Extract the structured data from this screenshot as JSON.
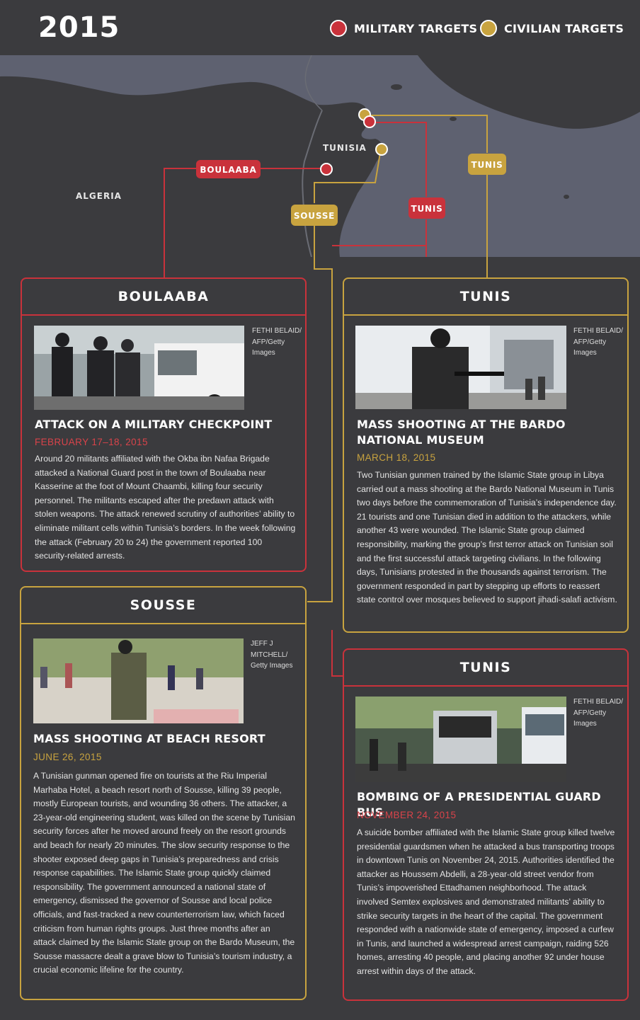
{
  "header": {
    "year": "2015",
    "legend": [
      {
        "label": "MILITARY TARGETS",
        "color": "#c9323b"
      },
      {
        "label": "CIVILIAN TARGETS",
        "color": "#c8a33f"
      }
    ]
  },
  "map": {
    "country_labels": [
      "TUNISIA",
      "ALGERIA"
    ],
    "tags": [
      {
        "label": "BOULAABA",
        "type": "military"
      },
      {
        "label": "SOUSSE",
        "type": "civilian"
      },
      {
        "label": "TUNIS",
        "type": "military"
      },
      {
        "label": "TUNIS",
        "type": "civilian"
      }
    ]
  },
  "cards": [
    {
      "location": "BOULAABA",
      "type": "military",
      "credit": "FETHI BELAID/ AFP/Getty Images",
      "headline": "ATTACK ON A MILITARY CHECKPOINT",
      "date": "FEBRUARY 17–18, 2015",
      "body": "Around 20 militants affiliated with the Okba ibn Nafaa Brigade attacked a National Guard post in the town of Boulaaba near Kasserine at the foot of Mount Chaambi, killing four security personnel. The militants escaped after the predawn attack with stolen weapons. The attack renewed scrutiny of authorities’ ability to eliminate militant cells within Tunisia’s borders. In the week following the attack (February 20 to 24) the government reported 100 security-related arrests."
    },
    {
      "location": "TUNIS",
      "type": "civilian",
      "credit": "FETHI BELAID/ AFP/Getty Images",
      "headline": "MASS SHOOTING AT THE BARDO NATIONAL MUSEUM",
      "date": "MARCH 18, 2015",
      "body": "Two Tunisian gunmen trained by the Islamic State group in Libya carried out a mass shooting at the Bardo National Museum in Tunis two days before the commemoration of Tunisia’s independence day. 21 tourists and one Tunisian died in addition to the attackers, while another 43 were wounded. The Islamic State group claimed responsibility, marking the group’s first terror attack on Tunisian soil and the first successful attack targeting civilians. In the following days, Tunisians protested in the thousands against terrorism. The government responded in part by stepping up efforts to reassert state control over mosques believed to support jihadi-salafi activism."
    },
    {
      "location": "SOUSSE",
      "type": "civilian",
      "credit": "JEFF J MITCHELL/ Getty Images",
      "headline": "MASS SHOOTING AT BEACH RESORT",
      "date": "JUNE 26, 2015",
      "body": "A Tunisian gunman opened fire on tourists at the Riu Imperial Marhaba Hotel, a beach resort north of Sousse, killing 39 people, mostly European tourists, and wounding 36 others. The attacker, a 23-year-old engineering student, was killed on the scene by Tunisian security forces after he moved around freely on the resort grounds and beach for nearly 20 minutes. The slow security response to the shooter exposed deep gaps in Tunisia’s preparedness and crisis response capabilities. The Islamic State group quickly claimed responsibility. The government announced a national state of emergency, dismissed the governor of Sousse and local police officials, and fast-tracked a new counterterrorism law, which faced criticism from human rights groups. Just three months after an attack claimed by the Islamic State group on the Bardo Museum, the Sousse massacre dealt a grave blow to Tunisia’s tourism industry, a crucial economic lifeline for the country."
    },
    {
      "location": "TUNIS",
      "type": "military",
      "credit": "FETHI BELAID/ AFP/Getty Images",
      "headline": "BOMBING OF A PRESIDENTIAL GUARD BUS",
      "date": "NOVEMBER 24, 2015",
      "body": "A suicide bomber affiliated with the Islamic State group killed twelve presidential guardsmen when he attacked a bus transporting troops in downtown Tunis on November 24, 2015. Authorities identified the attacker as Houssem Abdelli, a 28-year-old street vendor from Tunis’s impoverished Ettadhamen neighborhood. The attack involved Semtex explosives and demonstrated militants’ ability to strike security targets in the heart of the capital. The government responded with a nationwide state of emergency, imposed a curfew in Tunis, and launched a widespread arrest campaign, raiding 526 homes, arresting 40 people, and placing another 92 under house arrest within days of the attack."
    }
  ]
}
